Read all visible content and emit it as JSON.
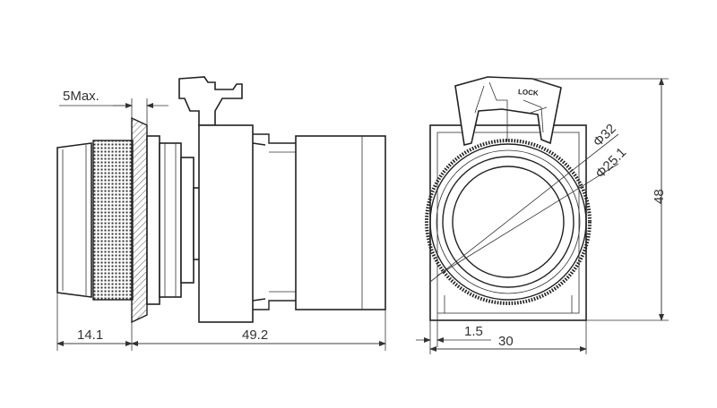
{
  "dimensions": {
    "max_protrusion": "5Max.",
    "front_depth": "14.1",
    "body_length": "49.2",
    "outer_diameter": "Φ32",
    "inner_diameter": "Φ25.1",
    "height": "48",
    "width": "30",
    "offset": "1.5"
  },
  "labels": {
    "lock_text": "LOCK"
  },
  "colors": {
    "line": "#222222",
    "background": "#ffffff"
  }
}
